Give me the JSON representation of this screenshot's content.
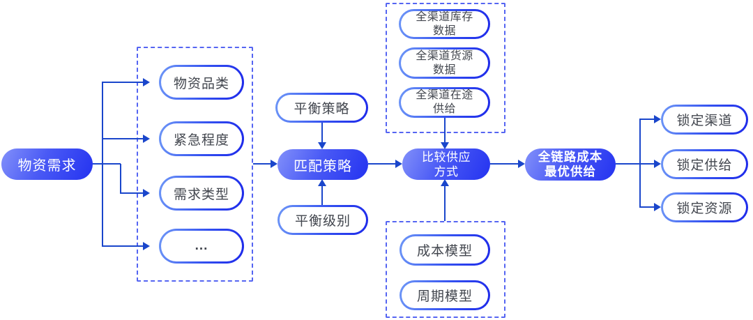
{
  "diagram": {
    "title": "material-supply-matching-flow",
    "colors": {
      "background": "#ffffff",
      "connector_line": "#1a46cb",
      "dashed_border": "#5565f2",
      "solid_pill_gradient_from": "#8290fa",
      "solid_pill_gradient_to": "#2433f0",
      "outline_pill_border_from": "#6e97f7",
      "outline_pill_border_to": "#1d29ea",
      "outline_pill_text": "#42464e",
      "solid_pill_text": "#ffffff"
    },
    "nodes": {
      "demand": {
        "label": "物资需求"
      },
      "attr_category": {
        "label": "物资品类"
      },
      "attr_urgency": {
        "label": "紧急程度"
      },
      "attr_type": {
        "label": "需求类型"
      },
      "attr_more": {
        "label": "..."
      },
      "balance_strategy": {
        "label": "平衡策略"
      },
      "match_strategy": {
        "label": "匹配策略"
      },
      "balance_level": {
        "label": "平衡级别"
      },
      "inventory_data": {
        "line1": "全渠道库存",
        "line2": "数据"
      },
      "source_data": {
        "line1": "全渠道货源",
        "line2": "数据"
      },
      "in_transit_supply": {
        "line1": "全渠道在途",
        "line2": "供给"
      },
      "compare_supply": {
        "line1": "比较供应",
        "line2": "方式"
      },
      "cost_model": {
        "label": "成本模型"
      },
      "cycle_model": {
        "label": "周期模型"
      },
      "optimal_supply": {
        "line1": "全链路成本",
        "line2": "最优供给"
      },
      "lock_channel": {
        "label": "锁定渠道"
      },
      "lock_supply": {
        "label": "锁定供给"
      },
      "lock_resource": {
        "label": "锁定资源"
      }
    }
  }
}
